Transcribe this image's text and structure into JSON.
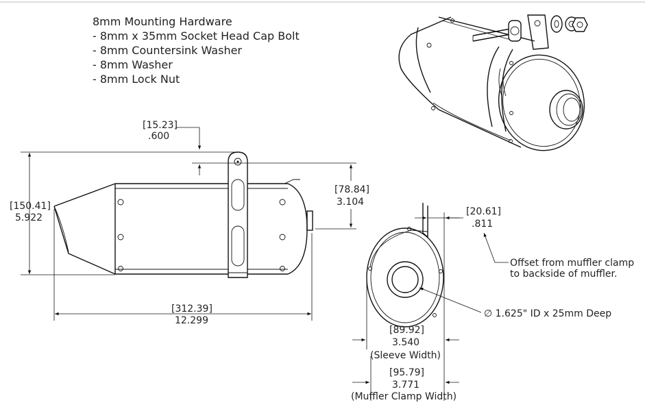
{
  "hardware": {
    "title": "8mm Mounting Hardware",
    "items": [
      "- 8mm x 35mm Socket Head Cap Bolt",
      "- 8mm Countersink Washer",
      "- 8mm Washer",
      "- 8mm Lock Nut"
    ]
  },
  "dimensions": {
    "top_offset": {
      "metric": "[15.23]",
      "imperial": ".600"
    },
    "overall_height": {
      "metric": "[150.41]",
      "imperial": "5.922"
    },
    "clamp_height": {
      "metric": "[78.84]",
      "imperial": "3.104"
    },
    "overall_length": {
      "metric": "[312.39]",
      "imperial": "12.299"
    },
    "clamp_offset": {
      "metric": "[20.61]",
      "imperial": ".811"
    },
    "sleeve_width": {
      "metric": "[89.92]",
      "imperial": "3.540",
      "label": "(Sleeve Width)"
    },
    "clamp_width": {
      "metric": "[95.79]",
      "imperial": "3.771",
      "label": "(Muffler Clamp Width)"
    }
  },
  "notes": {
    "offset_line1": "Offset from muffler clamp",
    "offset_line2": "to backside of muffler.",
    "outlet": "∅ 1.625\" ID x 25mm Deep"
  }
}
